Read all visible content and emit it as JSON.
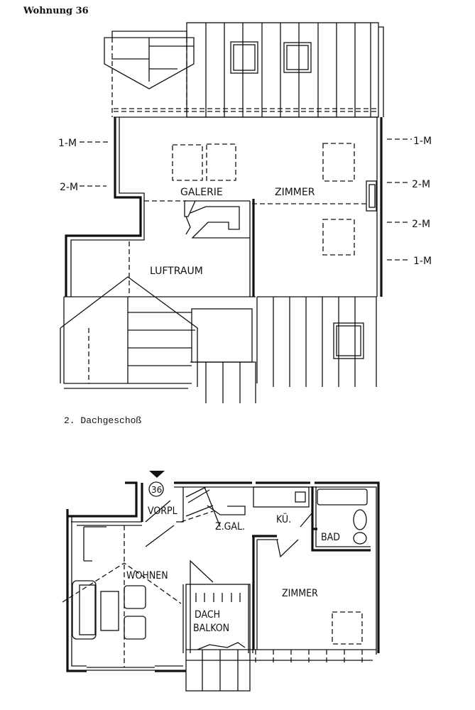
{
  "heading": "Wohnung 36",
  "upper_plan": {
    "rooms": {
      "galerie": "GALERIE",
      "zimmer": "ZIMMER",
      "luftraum": "LUFTRAUM"
    },
    "height_marks_left": [
      "1-M",
      "2-M"
    ],
    "height_marks_right": [
      "1-M",
      "2-M",
      "2-M",
      "1-M"
    ]
  },
  "floor_caption": "2. Dachgeschoß",
  "lower_plan": {
    "unit_number": "36",
    "rooms": {
      "vorplatz": "VORPL",
      "zwischengalerie": "Z.GAL.",
      "kueche": "KÜ.",
      "bad": "BAD",
      "wohnen": "WOHNEN",
      "zimmer": "ZIMMER",
      "dachbalkon_line1": "DACH",
      "dachbalkon_line2": "BALKON"
    }
  }
}
